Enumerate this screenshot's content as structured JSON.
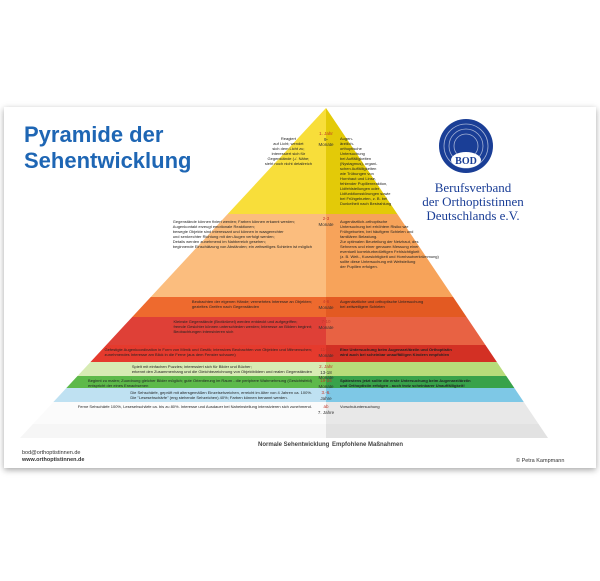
{
  "title": {
    "line1": "Pyramide der",
    "line2": "Sehentwicklung"
  },
  "organization": {
    "logo_text": "BOD",
    "line1": "Berufsverband",
    "line2": "der Orthoptistinnen",
    "line3": "Deutschlands e.V."
  },
  "columns": {
    "left": "Normale Sehentwicklung",
    "right": "Empfohlene Maßnahmen"
  },
  "footer": {
    "email": "bod@orthoptistinnen.de",
    "web": "www.orthoptistinnen.de",
    "copyright": "© Petra Kampmann"
  },
  "tiers": [
    {
      "age": [
        "1. Jahr",
        "9-",
        "Monate"
      ],
      "left": [
        "Reagiert",
        "auf Licht; wendet",
        "sich dem Licht zu;",
        "interessiert sich für",
        "Gegenstände (-/. Nähe;",
        "sieht noch nicht detailreich"
      ],
      "right": [
        "Augen-",
        "ärztlich-",
        "orthoptische",
        "Untersuchung",
        "bei Auffälligkeiten",
        "(Nystagmus), organi-",
        "schen Auffälligkeiten",
        "wie Trübungen von",
        "Hornhaut und Linse,",
        "fehlender Pupillenreaktion,",
        "Lidfehlstellungen oder",
        "Lidfunktionsstörungen sowie",
        "bei Frühgeburten, z. B. bei",
        "Dunkelheit nach Bestrahlung"
      ]
    },
    {
      "age": [
        "2-3",
        "Monate"
      ],
      "left": [
        "Gegenstände können fixiert werden; Farben können erkannt werden;",
        "Augenkontakt erzeugt emotionale Reaktionen;",
        "bewegte Objekte sind interessant und können in waagerechter",
        "und senkrechter Richtung mit den Augen verfolgt werden;",
        "Details werden zunehmend im Nahbereich gesehen;",
        "beginnende Einschätzung von Abständen; ein zeitweiliges Schielen ist möglich"
      ],
      "right": [
        "Augenärztlich-orthoptische",
        "Untersuchung bei erhöhtem Risiko wie",
        "Frühgeburten, bei häufigem Schielen und",
        "familiären Belastung.",
        "Zur optimalen Beurteilung der Netzhaut, des",
        "Sehnervs und einer genauen Messung einer",
        "eventuell korrekturbedürftigen Fehlsichtigkeit",
        "(z. B. Weit-, Kurzsichtigkeit und Hornhautverkrümmung)",
        "sollte diese Untersuchung mit Weitstellung",
        "der Pupillen erfolgen."
      ]
    },
    {
      "age": [
        "4-6",
        "Monate"
      ],
      "left": [
        "Beobachten der eigenen Hände; vermehrtes Interesse an Objekten;",
        "gezieltes Greifen nach Gegenständen"
      ],
      "right": [
        "Augenärztliche und orthoptische Untersuchung",
        "bei zeitweiligem Schielen"
      ]
    },
    {
      "age": [
        "7-10",
        "Monate"
      ],
      "left": [
        "Kleinste Gegenstände (Brotkrümel) werden entdeckt und aufgegriffen;",
        "fremde Gesichter können unterschieden werden; Interesse an Bildern beginnt;",
        "Beobachtungen intensivieren sich"
      ],
      "right": []
    },
    {
      "age": [
        "11-12",
        "Monate"
      ],
      "left": [
        "Gefestigte Augenkoordination in Form von Mimik und Gestik; intensives Beobachten von Objekten und Mitmenschen;",
        "zunehmendes Interesse am Blick in die Ferne (aus dem Fenster schauen)"
      ],
      "right": [
        "Eine Untersuchung beim Augenarzt/ärztin und Orthoptistin",
        "wird auch bei scheinbar unauffälligen Kindern empfohlen"
      ]
    },
    {
      "age": [
        "2. Jahr",
        "13-18",
        "Monate"
      ],
      "left": [
        "Spielt mit einfachen Puzzles; interessiert sich für Bilder und Bücher;",
        "erkennt den Zusammenhang und die Gleichbezeichnung von Objektbildern und realen Gegenständen"
      ],
      "right": []
    },
    {
      "age": [
        "19-24",
        "Monate"
      ],
      "left": [
        "Beginnt zu malen; Zuordnung gleicher Bilder möglich; gute Orientierung im Raum - die periphere Wahrnehmung (Gesichtsfeld)",
        "entspricht der eines Erwachsenen"
      ],
      "right": [
        "Spätestens jetzt sollte die erste Untersuchung beim Augenarzt/ärztin",
        "und Orthoptistin erfolgen - auch trotz scheinbarer Unauffälligkeit!"
      ]
    },
    {
      "age": [
        "3.-6.",
        "Jahre"
      ],
      "left": [
        "Die Sehschärfe, geprüft mit altersgemäßen Einzelsehzeichen, erreicht im Alter von 4 Jahren ca. 100%.",
        "Die \"Lesesehschärfe\" (eng stehende Sehzeichen) 40%; Farben können benannt werden."
      ],
      "right": []
    },
    {
      "age": [
        "ab",
        "7. Jahre"
      ],
      "left": [
        "Ferne Sehschärfe 100%, Lesesehschärfe ca. bis zu 80%. Interesse und Ausdauer bei Naheinstellung intensivieren sich zunehmend."
      ],
      "right": [
        "Vorschuluntersuchung"
      ]
    }
  ]
}
